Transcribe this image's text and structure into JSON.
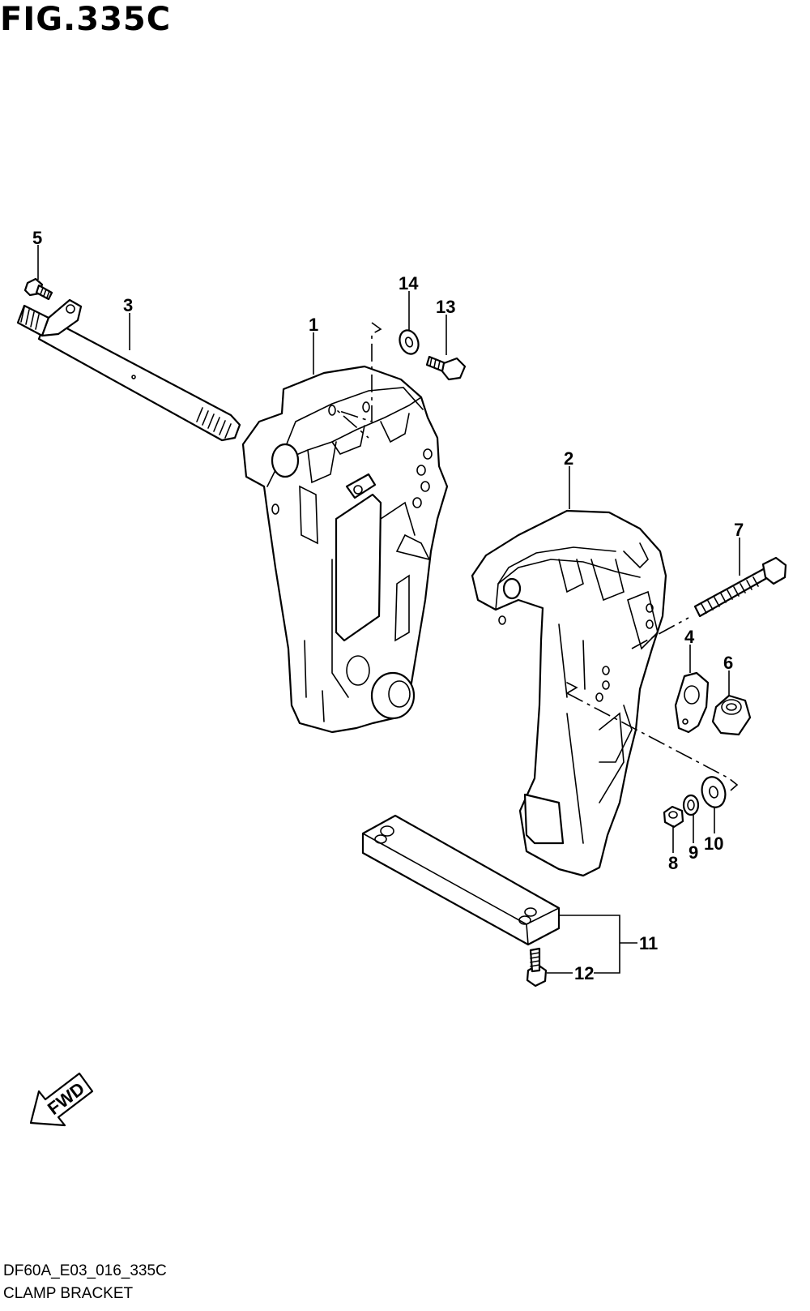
{
  "figure": {
    "title": "FIG.335C",
    "code": "DF60A_E03_016_335C",
    "name": "CLAMP BRACKET",
    "fwd_label": "FWD"
  },
  "callouts": [
    "1",
    "2",
    "3",
    "4",
    "5",
    "6",
    "7",
    "8",
    "9",
    "10",
    "11",
    "12",
    "13",
    "14"
  ]
}
